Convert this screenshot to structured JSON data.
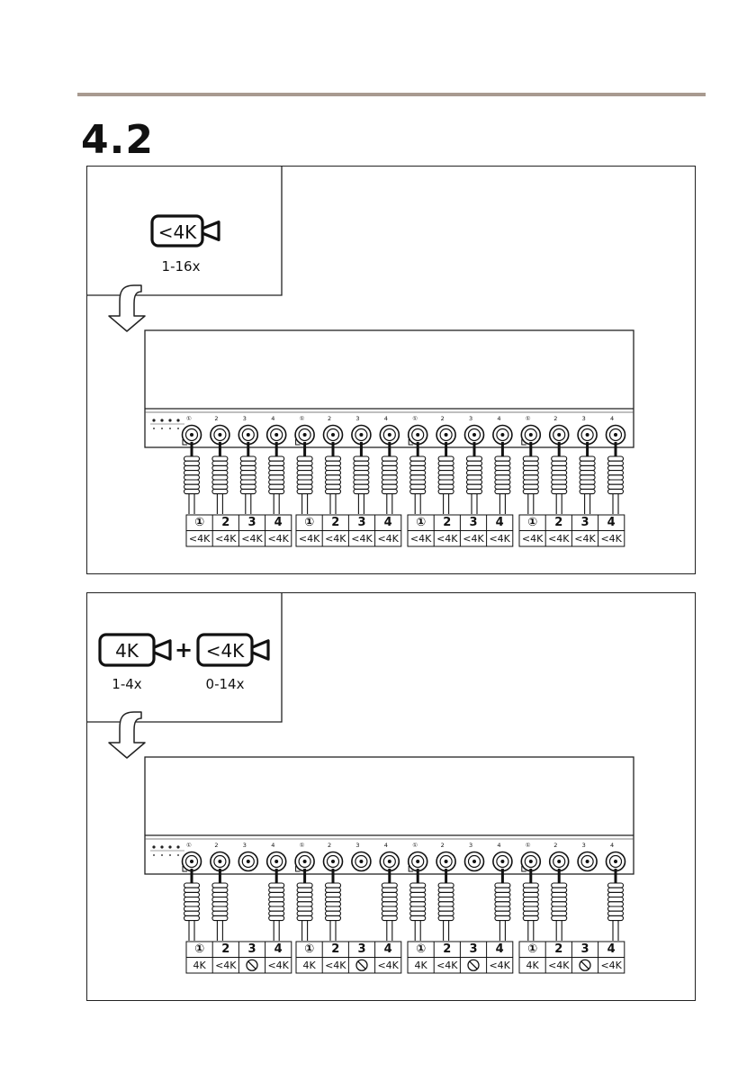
{
  "section": {
    "number": "4.2"
  },
  "panels": [
    {
      "id": "panel-1",
      "icons": [
        {
          "text": "<4K",
          "caption": "1-16x"
        }
      ],
      "plus": "",
      "ports": [
        "①",
        "2",
        "3",
        "4",
        "①",
        "2",
        "3",
        "4",
        "①",
        "2",
        "3",
        "4",
        "①",
        "2",
        "3",
        "4"
      ],
      "connected": [
        true,
        true,
        true,
        true,
        true,
        true,
        true,
        true,
        true,
        true,
        true,
        true,
        true,
        true,
        true,
        true
      ],
      "tables": [
        {
          "header": [
            "①",
            "2",
            "3",
            "4"
          ],
          "values": [
            "<4K",
            "<4K",
            "<4K",
            "<4K"
          ]
        },
        {
          "header": [
            "①",
            "2",
            "3",
            "4"
          ],
          "values": [
            "<4K",
            "<4K",
            "<4K",
            "<4K"
          ]
        },
        {
          "header": [
            "①",
            "2",
            "3",
            "4"
          ],
          "values": [
            "<4K",
            "<4K",
            "<4K",
            "<4K"
          ]
        },
        {
          "header": [
            "①",
            "2",
            "3",
            "4"
          ],
          "values": [
            "<4K",
            "<4K",
            "<4K",
            "<4K"
          ]
        }
      ]
    },
    {
      "id": "panel-2",
      "icons": [
        {
          "text": "4K",
          "caption": "1-4x"
        },
        {
          "text": "<4K",
          "caption": "0-14x"
        }
      ],
      "plus": "+",
      "ports": [
        "①",
        "2",
        "3",
        "4",
        "①",
        "2",
        "3",
        "4",
        "①",
        "2",
        "3",
        "4",
        "①",
        "2",
        "3",
        "4"
      ],
      "connected": [
        true,
        true,
        false,
        true,
        true,
        true,
        false,
        true,
        true,
        true,
        false,
        true,
        true,
        true,
        false,
        true
      ],
      "tables": [
        {
          "header": [
            "①",
            "2",
            "3",
            "4"
          ],
          "values": [
            "4K",
            "<4K",
            "⃠",
            "<4K"
          ]
        },
        {
          "header": [
            "①",
            "2",
            "3",
            "4"
          ],
          "values": [
            "4K",
            "<4K",
            "⃠",
            "<4K"
          ]
        },
        {
          "header": [
            "①",
            "2",
            "3",
            "4"
          ],
          "values": [
            "4K",
            "<4K",
            "⃠",
            "<4K"
          ]
        },
        {
          "header": [
            "①",
            "2",
            "3",
            "4"
          ],
          "values": [
            "4K",
            "<4K",
            "⃠",
            "<4K"
          ]
        }
      ]
    }
  ]
}
